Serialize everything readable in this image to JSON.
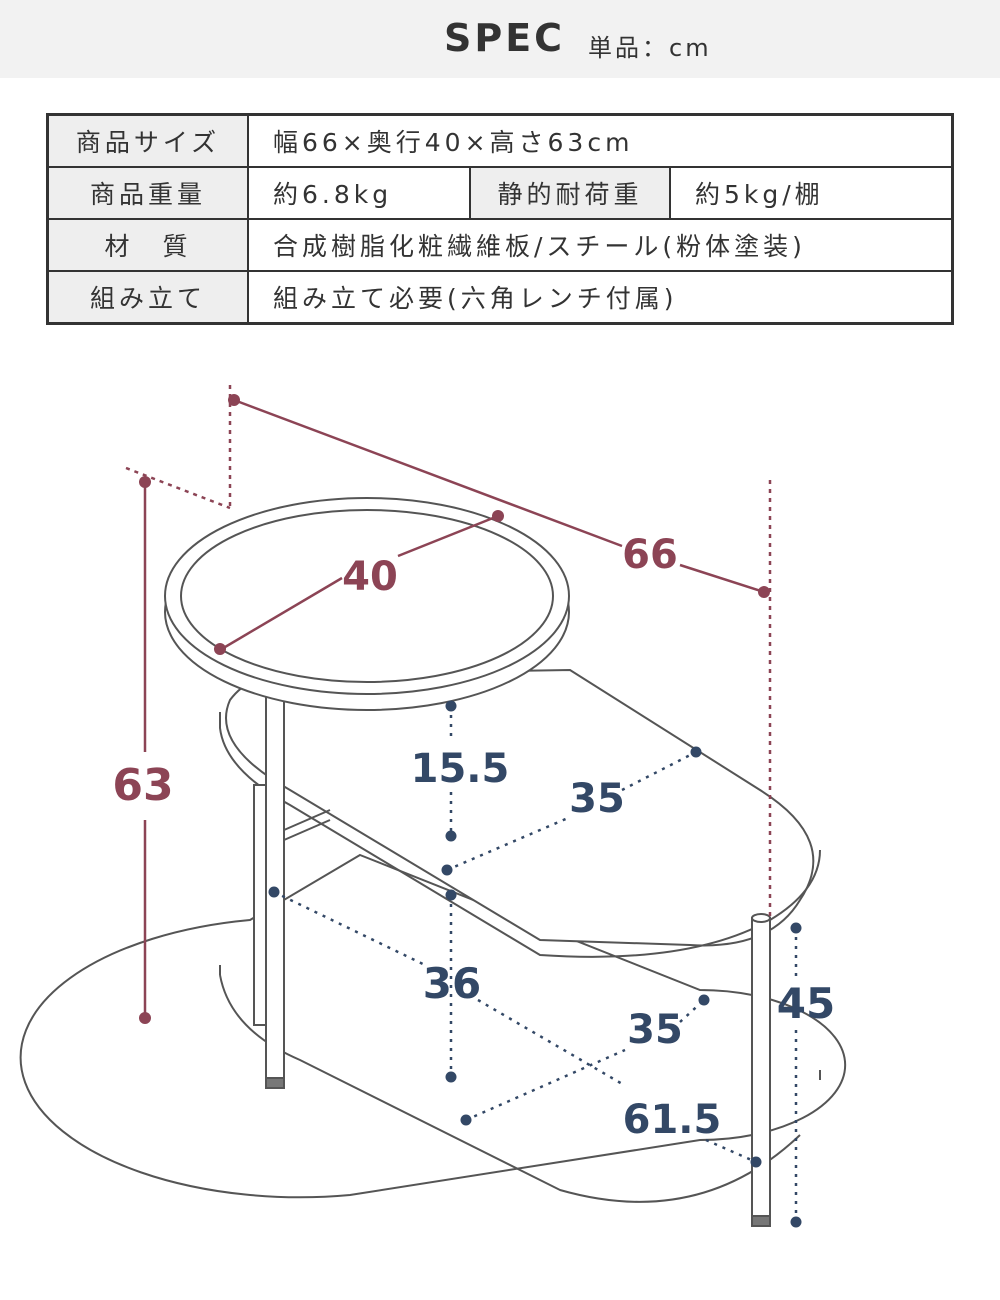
{
  "header": {
    "title": "SPEC",
    "unit": "単品：cm"
  },
  "spec_table": {
    "size_label": "商品サイズ",
    "size_value": "幅66×奥行40×高さ63cm",
    "weight_label": "商品重量",
    "weight_value": "約6.8kg",
    "load_label": "静的耐荷重",
    "load_value": "約5kg/棚",
    "material_label": "材　質",
    "material_value": "合成樹脂化粧繊維板/スチール(粉体塗装)",
    "assembly_label": "組み立て",
    "assembly_value": "組み立て必要(六角レンチ付属)"
  },
  "dimensions": {
    "width": "66",
    "depth": "40",
    "height": "63",
    "top_gap": "15.5",
    "mid_depth": "35",
    "mid_gap": "36",
    "bottom_depth": "35",
    "bottom_width": "61.5",
    "mid_height": "45"
  },
  "colors": {
    "red_dimension": "#8c4455",
    "blue_dimension": "#334866",
    "line": "#444444"
  }
}
